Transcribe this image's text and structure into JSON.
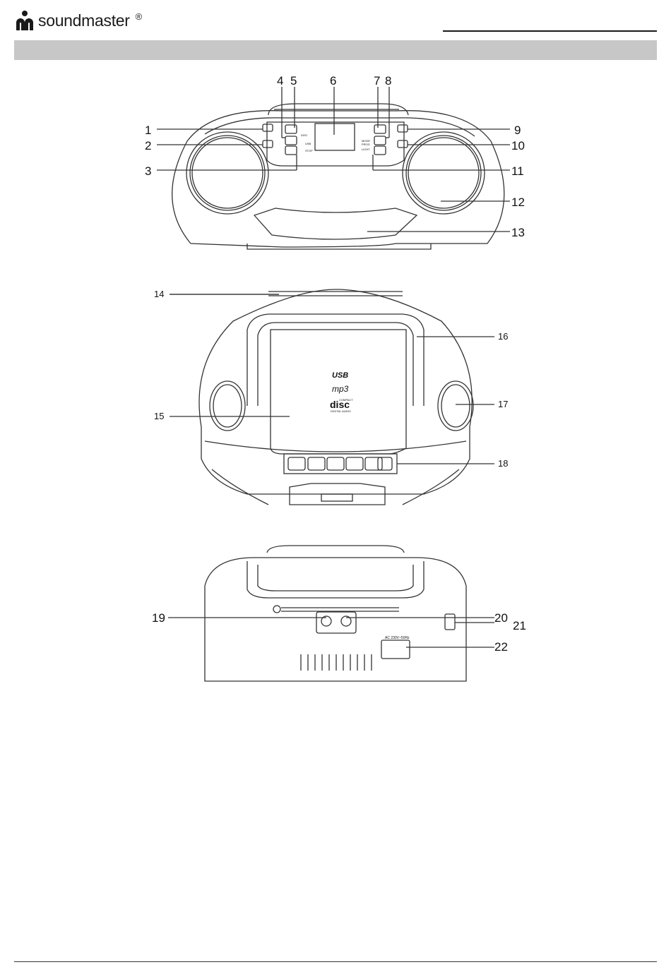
{
  "header": {
    "brand": "soundmaster",
    "registered": "®"
  },
  "icons": {
    "logo": "soundmaster-logo-icon"
  },
  "colors": {
    "title_bar": "#c7c7c7",
    "text": "#1a1a1a"
  },
  "front_view": {
    "callouts": [
      "1",
      "2",
      "3",
      "4",
      "5",
      "6",
      "7",
      "8",
      "9",
      "10",
      "11",
      "12",
      "13"
    ],
    "panel_labels": {
      "disc": "DISC",
      "usb": "USB",
      "stop": "STOP",
      "mode": "MODE",
      "prog": "PROG",
      "light": "LIGHT"
    }
  },
  "top_view": {
    "callouts": [
      "14",
      "15",
      "16",
      "17",
      "18"
    ],
    "logos": {
      "usb": "USB",
      "mp3": "mp3",
      "disc": "disc",
      "disc_sub1": "COMPACT",
      "disc_sub2": "DIGITAL AUDIO"
    }
  },
  "back_view": {
    "callouts": [
      "19",
      "20",
      "21",
      "22"
    ],
    "labels": {
      "power": "AC 230V~50Hz"
    }
  }
}
